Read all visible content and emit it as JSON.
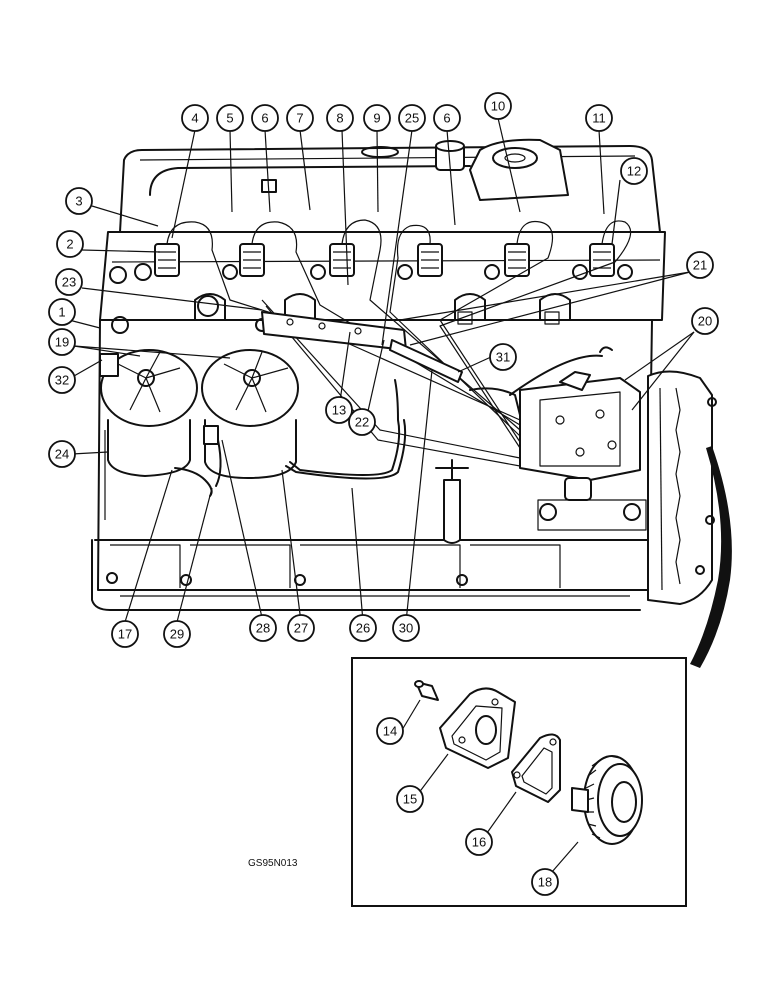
{
  "drawing_code": "GS95N013",
  "callouts": [
    {
      "id": "c1",
      "label": "1"
    },
    {
      "id": "c2",
      "label": "2"
    },
    {
      "id": "c3",
      "label": "3"
    },
    {
      "id": "c4",
      "label": "4"
    },
    {
      "id": "c5",
      "label": "5"
    },
    {
      "id": "c6a",
      "label": "6"
    },
    {
      "id": "c7",
      "label": "7"
    },
    {
      "id": "c8",
      "label": "8"
    },
    {
      "id": "c9",
      "label": "9"
    },
    {
      "id": "c25",
      "label": "25"
    },
    {
      "id": "c6b",
      "label": "6"
    },
    {
      "id": "c10",
      "label": "10"
    },
    {
      "id": "c11",
      "label": "11"
    },
    {
      "id": "c12",
      "label": "12"
    },
    {
      "id": "c23",
      "label": "23"
    },
    {
      "id": "c21",
      "label": "21"
    },
    {
      "id": "c20",
      "label": "20"
    },
    {
      "id": "c19",
      "label": "19"
    },
    {
      "id": "c31",
      "label": "31"
    },
    {
      "id": "c32",
      "label": "32"
    },
    {
      "id": "c13",
      "label": "13"
    },
    {
      "id": "c22",
      "label": "22"
    },
    {
      "id": "c24",
      "label": "24"
    },
    {
      "id": "c17",
      "label": "17"
    },
    {
      "id": "c29",
      "label": "29"
    },
    {
      "id": "c28",
      "label": "28"
    },
    {
      "id": "c27",
      "label": "27"
    },
    {
      "id": "c26",
      "label": "26"
    },
    {
      "id": "c30",
      "label": "30"
    },
    {
      "id": "c14",
      "label": "14"
    },
    {
      "id": "c15",
      "label": "15"
    },
    {
      "id": "c16",
      "label": "16"
    },
    {
      "id": "c18",
      "label": "18"
    }
  ]
}
